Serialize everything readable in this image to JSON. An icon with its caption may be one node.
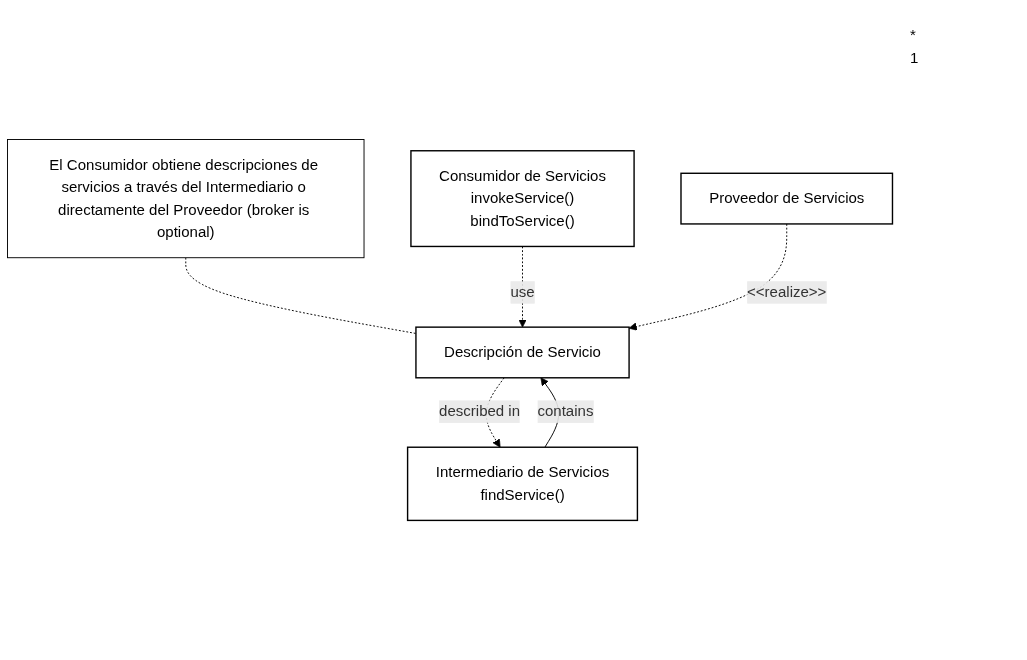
{
  "diagram": {
    "nodes": [
      {
        "text": [
          "El Consumidor obtiene descripciones de servicios a través del Intermediario o directamente del Proveedor (broker is optional)"
        ]
      },
      {
        "text": [
          "Consumidor de Servicios",
          "invokeService()",
          "bindToService()"
        ]
      },
      {
        "text": [
          "Descripción de Servicio"
        ]
      },
      {
        "text": [
          "Proveedor de Servicios"
        ]
      },
      {
        "text": [
          "Intermediario de Servicios",
          "findService()"
        ]
      }
    ],
    "edges": [
      {
        "from": 0,
        "to": 2,
        "arrow": "none",
        "style": "dashed"
      },
      {
        "from": 1,
        "to": 2,
        "arrow": "to",
        "style": "dashed",
        "label": "use"
      },
      {
        "from": 3,
        "to": 2,
        "arrow": "to",
        "style": "dashed",
        "label": "<<realize>>"
      },
      {
        "from": 4,
        "to": 2,
        "arrow": "to",
        "label": "contains"
      },
      {
        "from": 2,
        "to": 4,
        "arrow": "to",
        "style": "dashed",
        "label": "described in"
      }
    ],
    "labels": [
      "*",
      "1"
    ]
  }
}
